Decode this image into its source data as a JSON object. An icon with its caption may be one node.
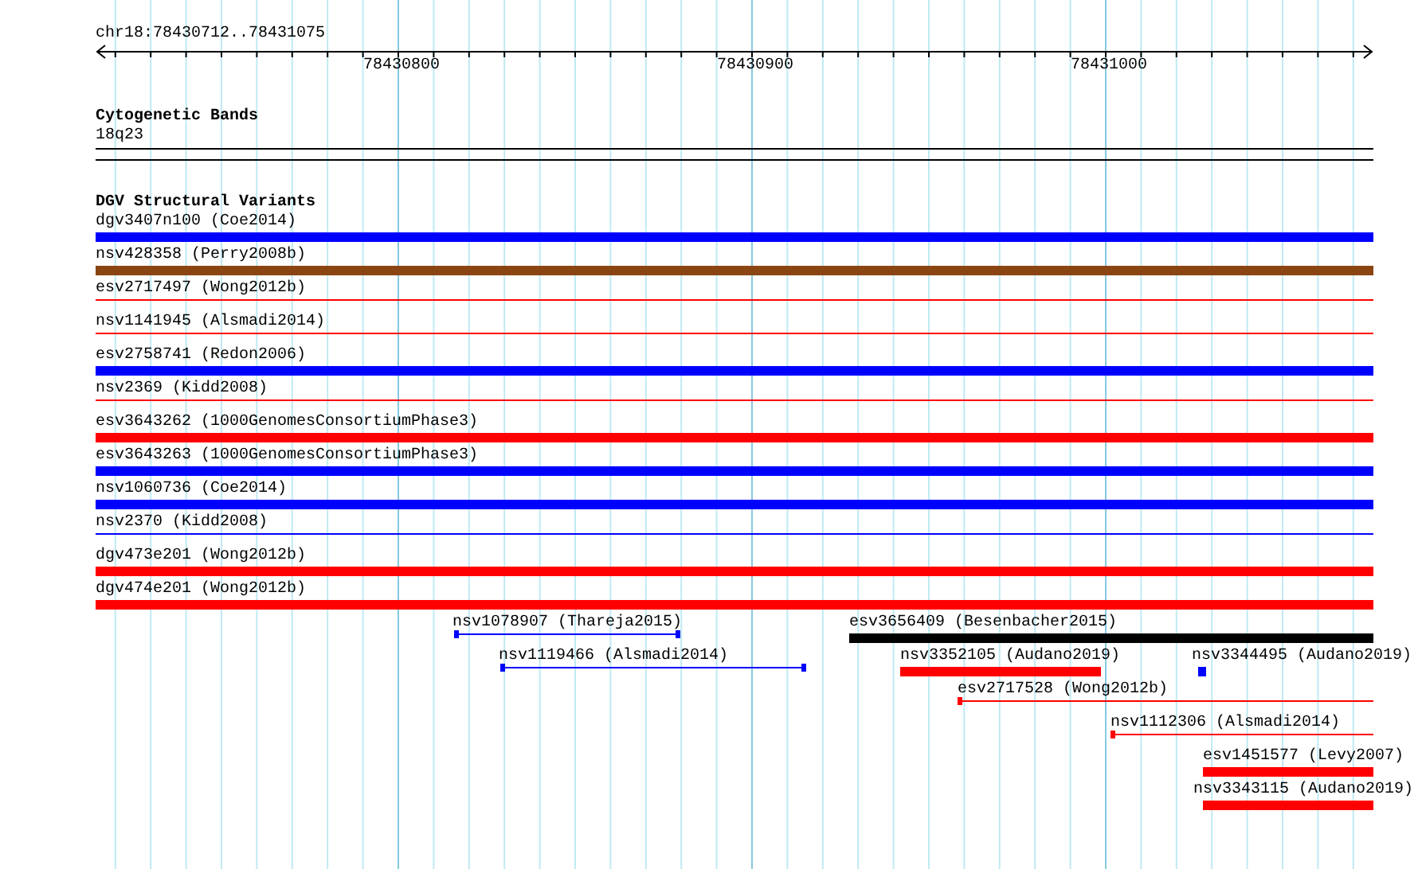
{
  "diagram": {
    "nodes": [
      {
        "text": [
          "dgv3407n100 (Coe2014)"
        ]
      },
      {
        "text": [
          "nsv428358 (Perry2008b)"
        ]
      },
      {
        "text": [
          "esv2717497 (Wong2012b)"
        ]
      },
      {
        "text": [
          "nsv1141945 (Alsmadi2014)"
        ]
      },
      {
        "text": [
          "esv2758741 (Redon2006)"
        ]
      },
      {
        "text": [
          "nsv2369 (Kidd2008)"
        ]
      },
      {
        "text": [
          "esv3643262 (1000GenomesConsortiumPhase3)"
        ]
      },
      {
        "text": [
          "esv3643263 (1000GenomesConsortiumPhase3)"
        ]
      },
      {
        "text": [
          "nsv1060736 (Coe2014)"
        ]
      },
      {
        "text": [
          "nsv2370 (Kidd2008)"
        ]
      },
      {
        "text": [
          "dgv473e201 (Wong2012b)"
        ]
      },
      {
        "text": [
          "dgv474e201 (Wong2012b)"
        ]
      },
      {
        "text": [
          "nsv1078907 (Thareja2015)"
        ]
      },
      {
        "text": [
          "esv3656409 (Besenbacher2015)"
        ]
      },
      {
        "text": [
          "nsv1119466 (Alsmadi2014)"
        ]
      },
      {
        "text": [
          "nsv3352105 (Audano2019)"
        ]
      },
      {
        "text": [
          "nsv3344495 (Audano2019)"
        ]
      },
      {
        "text": [
          "esv2717528 (Wong2012b)"
        ]
      },
      {
        "text": [
          "nsv1112306 (Alsmadi2014)"
        ]
      },
      {
        "text": [
          "esv1451577 (Levy2007)"
        ]
      },
      {
        "text": [
          "nsv3343115 (Audano2019)"
        ]
      }
    ],
    "labels": [
      "chr18:78430712..78431075",
      "78430800",
      "78430900",
      "78431000",
      "Cytogenetic Bands",
      "18q23",
      "DGV Structural Variants"
    ]
  }
}
